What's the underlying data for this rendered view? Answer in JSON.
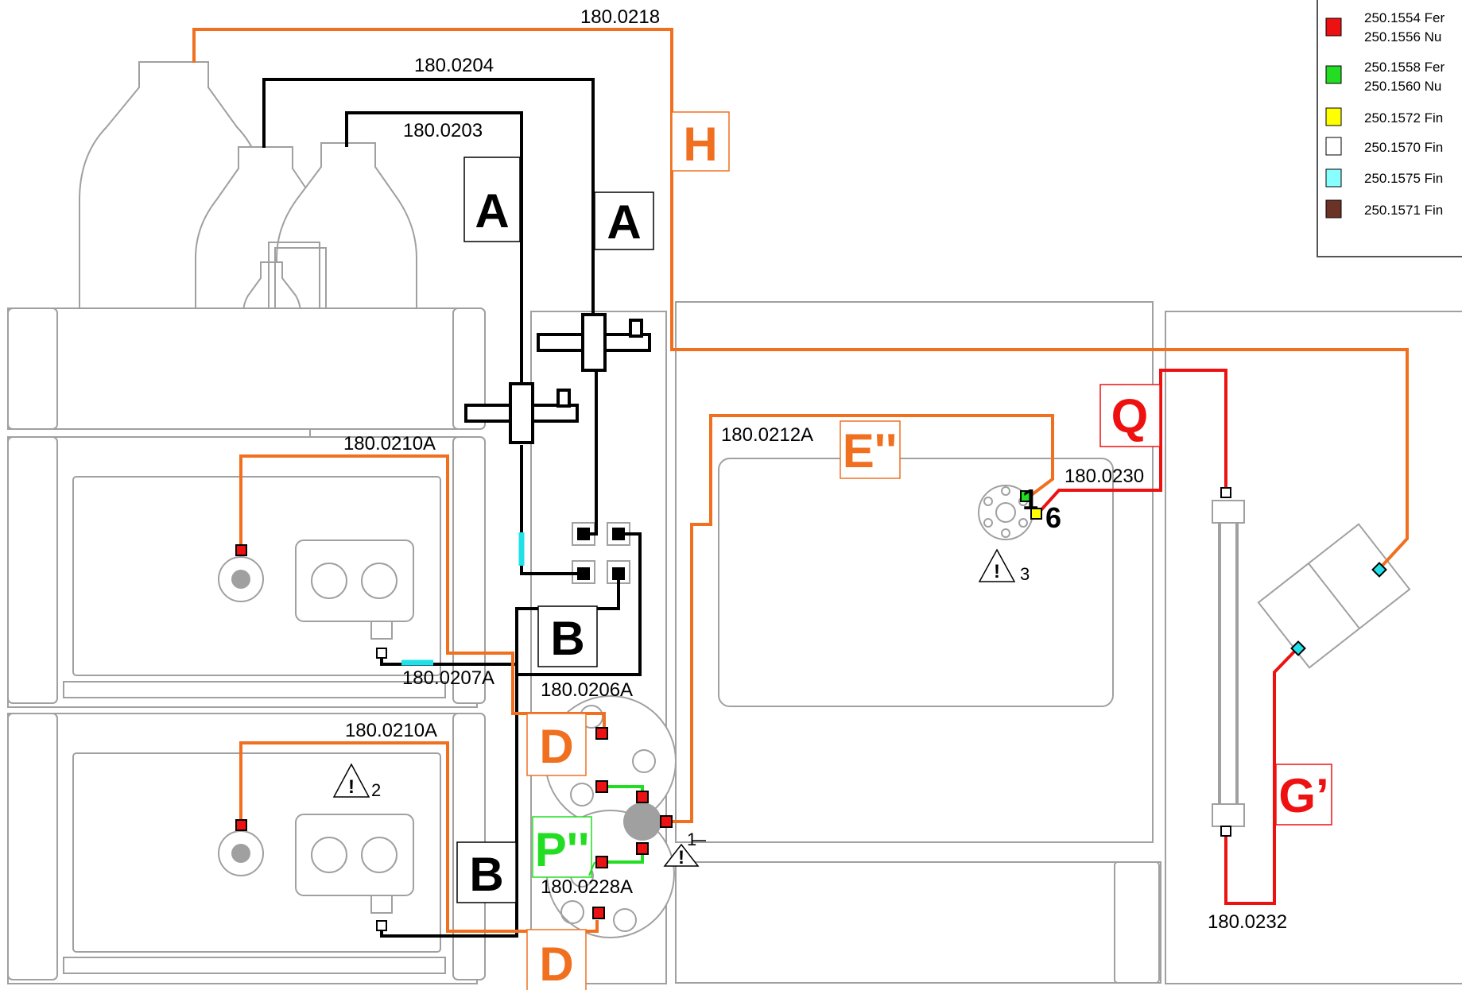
{
  "colors": {
    "orange": "#f07020",
    "red": "#ee1111",
    "green": "#22dd22",
    "black": "#000000",
    "cyan": "#22e0e8",
    "yellow": "#ffff00",
    "brown": "#6b3326",
    "grey": "#a0a0a0"
  },
  "tubes": {
    "t0218": "180.0218",
    "t0204": "180.0204",
    "t0203": "180.0203",
    "t0210a_top": "180.0210A",
    "t0210a_bot": "180.0210A",
    "t0207a": "180.0207A",
    "t0206a": "180.0206A",
    "t0212a": "180.0212A",
    "t0230": "180.0230",
    "t0228a": "180.0228A",
    "t0232": "180.0232"
  },
  "connection_labels": {
    "A_left": "A",
    "A_right": "A",
    "B_upper": "B",
    "B_lower": "B",
    "H": "H",
    "E2": "E''",
    "Q": "Q",
    "D_upper": "D",
    "D_lower": "D",
    "P2": "P''",
    "G1": "G’"
  },
  "port_labels": {
    "port1": "1",
    "port6": "6"
  },
  "warnings": {
    "w1": "1",
    "w2": "2",
    "w3": "3"
  },
  "legend": {
    "items": [
      {
        "line1": "250.1554 Fer",
        "line2": "250.1556 Nu",
        "color": "#ee1111"
      },
      {
        "line1": "250.1558 Fer",
        "line2": "250.1560 Nu",
        "color": "#22dd22"
      },
      {
        "line1": "250.1572 Fin",
        "color": "#ffff00"
      },
      {
        "line1": "250.1570 Fin",
        "color": "#ffffff"
      },
      {
        "line1": "250.1575 Fin",
        "color": "#88ffff"
      },
      {
        "line1": "250.1571 Fin",
        "color": "#6b3326"
      }
    ]
  }
}
